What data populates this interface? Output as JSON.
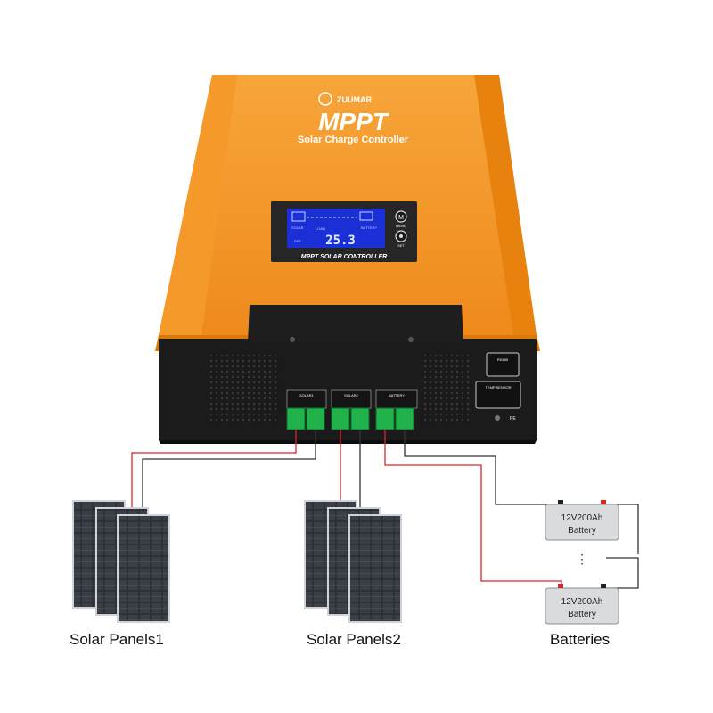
{
  "device": {
    "brand": "ZUUMAR",
    "model": "MPPT",
    "subtitle": "Solar Charge Controller",
    "panel_label": "MPPT SOLAR CONTROLLER",
    "display": {
      "reading": "25.3",
      "solar_label": "SOLAR",
      "battery_label": "BATTERY",
      "load_label": "LOAD",
      "set_label": "SET",
      "screen_color": "#1a2fd6"
    },
    "buttons": {
      "menu_label": "MENU",
      "set_label": "SET"
    },
    "ports": {
      "reset_label": "RS485",
      "temp_sensor_label": "TEMP SENSOR",
      "pe_label": "PE",
      "terminal_group_labels": [
        "SOLAR1",
        "SOLAR2",
        "BATTERY"
      ]
    },
    "colors": {
      "body": "#f2891a",
      "body_dark": "#d06b08",
      "base": "#1b1b1b",
      "terminal": "#22b24c",
      "wire_red": "#d9252a",
      "wire_black": "#333333"
    }
  },
  "batteries": [
    {
      "capacity": "12V200Ah",
      "name": "Battery"
    },
    {
      "capacity": "12V200Ah",
      "name": "Battery"
    }
  ],
  "captions": {
    "solar_panels_1": "Solar Panels1",
    "solar_panels_2": "Solar Panels2",
    "batteries": "Batteries"
  }
}
